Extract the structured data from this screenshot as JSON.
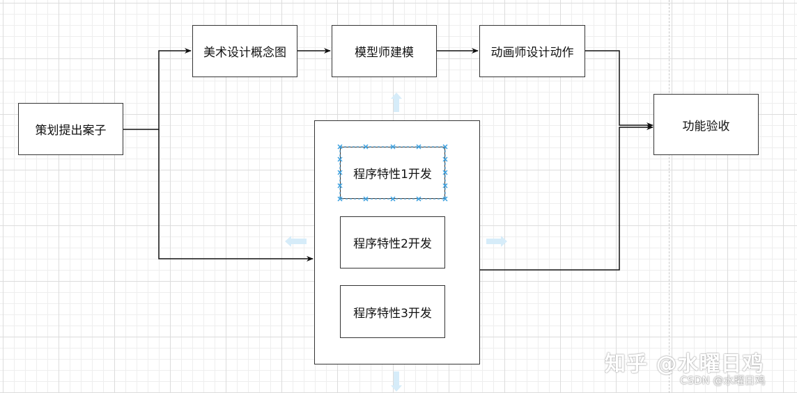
{
  "nodes": {
    "plan": "策划提出案子",
    "art": "美术设计概念图",
    "model": "模型师建模",
    "anim": "动画师设计动作",
    "accept": "功能验收",
    "feature1": "程序特性1开发",
    "feature2": "程序特性2开发",
    "feature3": "程序特性3开发"
  },
  "watermark": {
    "zhihu": "知乎 @水曜日鸡",
    "csdn": "CSDN @水曜日鸡"
  },
  "colors": {
    "line": "#111111",
    "selection_handle": "#3aa0e0",
    "hint_arrow": "#d4ebf8"
  }
}
